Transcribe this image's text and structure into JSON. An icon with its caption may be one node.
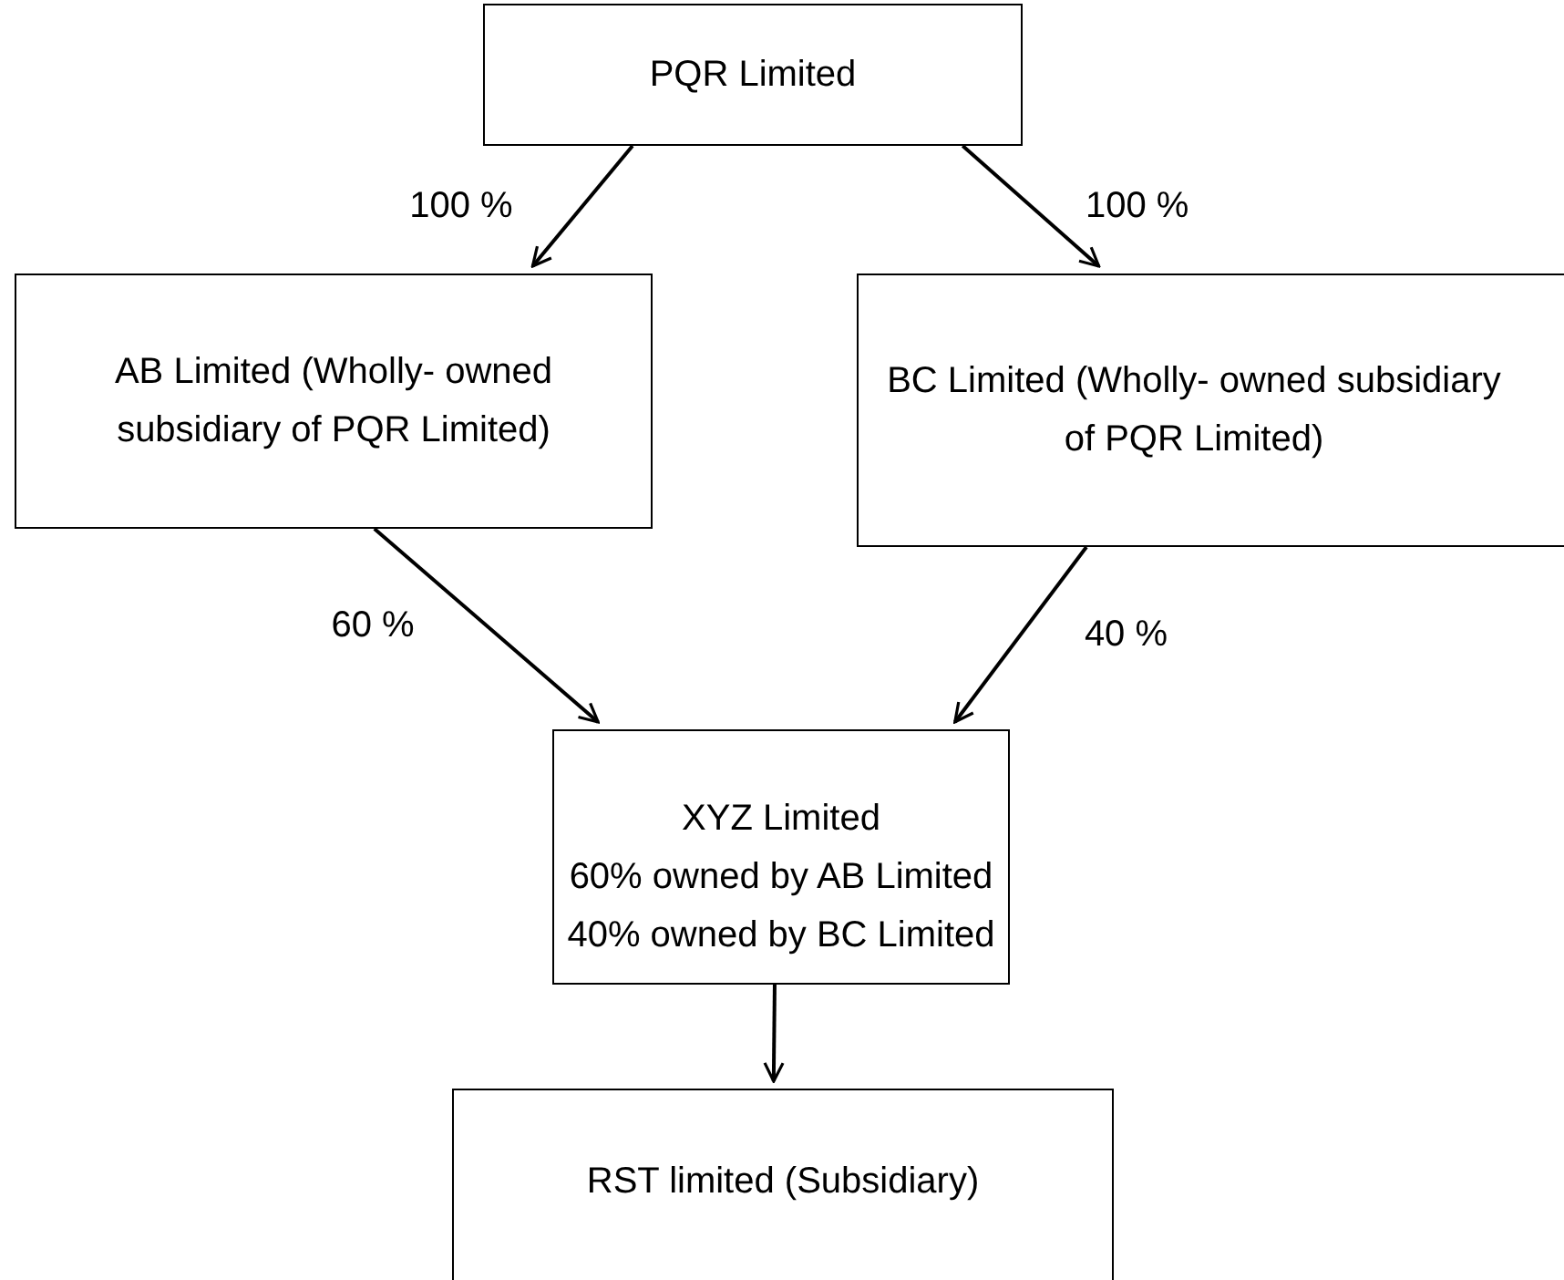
{
  "diagram": {
    "nodes": [
      {
        "text": [
          "PQR Limited"
        ]
      },
      {
        "text": [
          "AB Limited (Wholly- owned subsidiary of PQR Limited)"
        ]
      },
      {
        "text": [
          "BC Limited (Wholly- owned subsidiary of PQR Limited)"
        ]
      },
      {
        "text": [
          "XYZ Limited",
          "60% owned by AB Limited",
          "40% owned by BC Limited"
        ]
      },
      {
        "text": [
          "RST limited (Subsidiary)"
        ]
      }
    ],
    "edges": [
      {
        "from": 0,
        "to": 1,
        "arrow": "to",
        "label": "100 %"
      },
      {
        "from": 0,
        "to": 2,
        "arrow": "to",
        "label": "100 %"
      },
      {
        "from": 1,
        "to": 3,
        "arrow": "to",
        "label": "60 %"
      },
      {
        "from": 2,
        "to": 3,
        "arrow": "to",
        "label": "40 %"
      },
      {
        "from": 3,
        "to": 4,
        "arrow": "to"
      }
    ]
  }
}
